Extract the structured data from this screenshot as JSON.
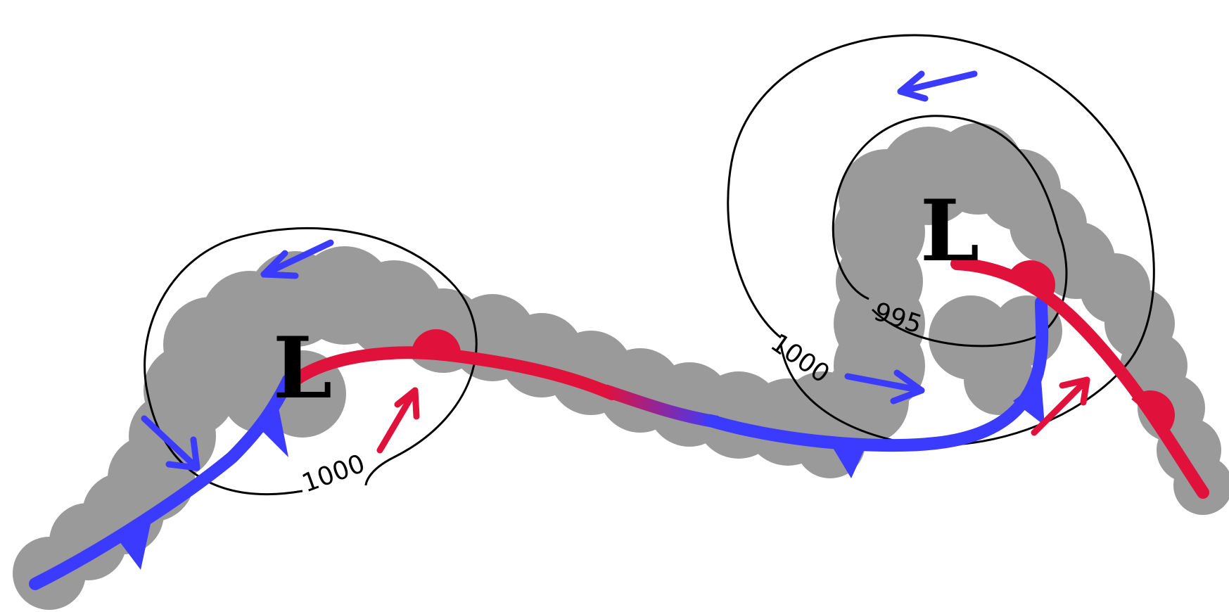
{
  "lows": [
    {
      "label": "L"
    },
    {
      "label": "L"
    }
  ],
  "isobars": [
    {
      "value": "1000"
    },
    {
      "value": "1000"
    },
    {
      "value": "995"
    }
  ],
  "colors": {
    "cold_front": "#3b3bff",
    "warm_front": "#e0123c",
    "cloud": "#9a9a9a",
    "isobar": "#000000",
    "background": "#ffffff"
  },
  "icons": [
    "cold-air-arrow",
    "warm-air-arrow",
    "low-pressure-symbol"
  ]
}
